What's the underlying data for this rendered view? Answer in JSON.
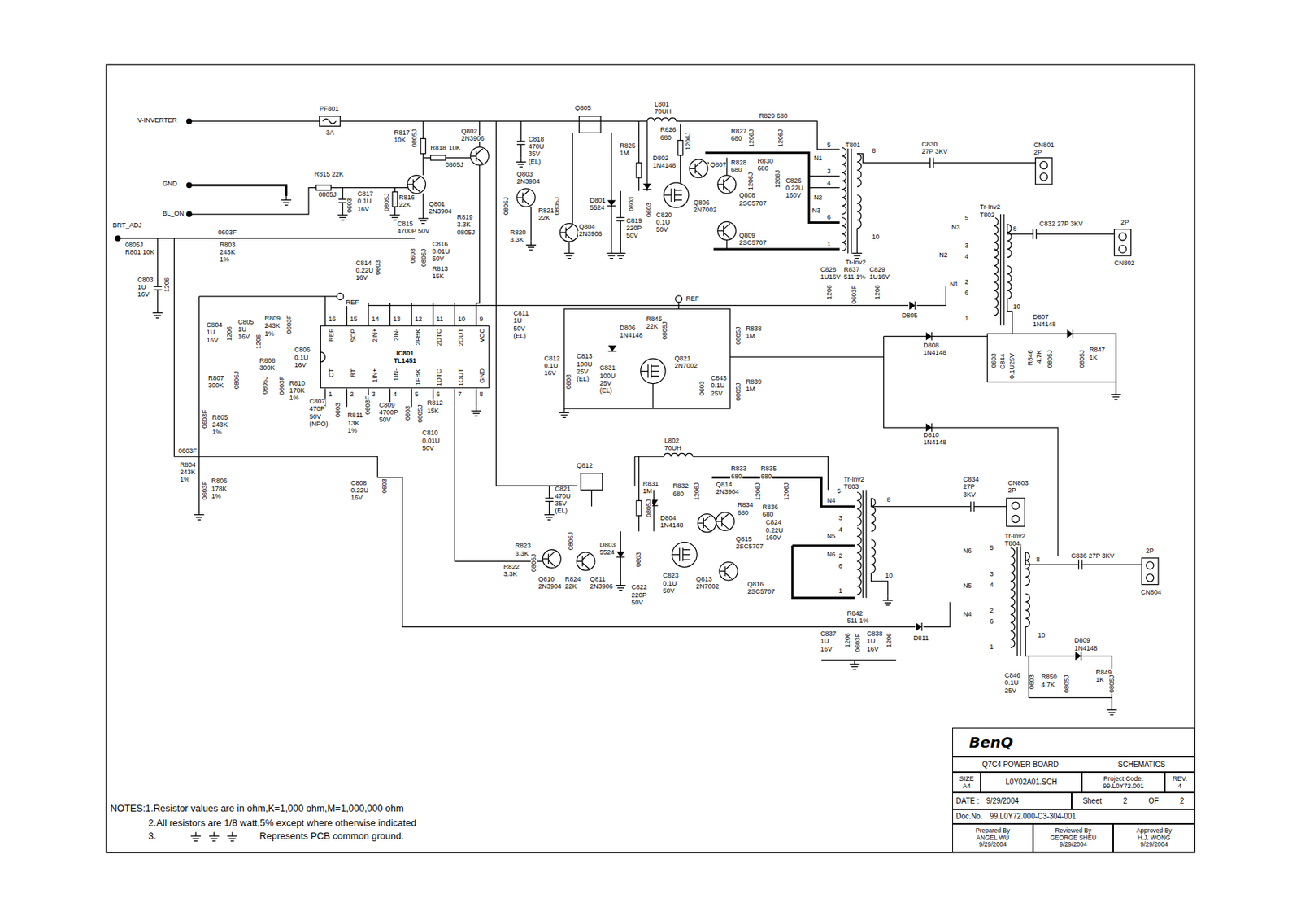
{
  "diagram": {
    "nodes": [
      {
        "text": [
          "IC801",
          "TL1451"
        ]
      },
      {
        "text": [
          "BenQ"
        ]
      },
      {
        "text": [
          "Q7C4 POWER BOARD",
          "SCHEMATICS"
        ]
      },
      {
        "text": [
          "SIZE",
          "A4"
        ]
      },
      {
        "text": [
          "L0Y02A01.SCH"
        ]
      },
      {
        "text": [
          "Project Code.",
          "99.L0Y72.001"
        ]
      },
      {
        "text": [
          "REV.",
          "4"
        ]
      },
      {
        "text": [
          "DATE :",
          "9/29/2004"
        ]
      },
      {
        "text": [
          "Sheet",
          "2",
          "OF",
          "2"
        ]
      },
      {
        "text": [
          "Doc.No.",
          "99.L0Y72.000-C3-304-001"
        ]
      },
      {
        "text": [
          "Prepared By",
          "ANGEL WU",
          "9/29/2004"
        ]
      },
      {
        "text": [
          "Reviewed By",
          "GEORGE SHEU",
          "9/29/2004"
        ]
      },
      {
        "text": [
          "Approved By",
          "H.J. WONG",
          "9/29/2004"
        ]
      }
    ],
    "labels": [
      "V-INVERTER",
      "PF801",
      "3A",
      "R817",
      "10K",
      "0805J",
      "Q802",
      "2N3906",
      "R818",
      "10K",
      "0805J",
      "Q805",
      "L801",
      "70UH",
      "R829 680",
      "T801",
      "C830",
      "27P 3KV",
      "CN801",
      "2P",
      "GND",
      "BL_ON",
      "R815 22K",
      "0805J",
      "C817",
      "0.1U",
      "16V",
      "0603",
      "0805J",
      "R816",
      "22K",
      "Q801",
      "2N3904",
      "BRT_ADJ",
      "0805J",
      "R801 10K",
      "0603F",
      "R803",
      "243K",
      "1%",
      "C803",
      "1U",
      "16V",
      "1206",
      "C815",
      "4700P 50V",
      "C816",
      "0.01U",
      "50V",
      "0603",
      "0805J",
      "R813",
      "15K",
      "C814",
      "0.22U",
      "16V",
      "0603",
      "R819",
      "3.3K",
      "0805J",
      "R820",
      "3.3K",
      "0805J",
      "Q803",
      "2N3904",
      "C818",
      "470U",
      "35V",
      "(EL)",
      "R821",
      "22K",
      "0805J",
      "Q804",
      "2N3906",
      "D801",
      "5524",
      "0603",
      "C819",
      "220P",
      "50V",
      "R825",
      "1M",
      "D802",
      "1N4148",
      "R826",
      "680",
      "1206J",
      "Q807",
      "R827",
      "680",
      "1206J",
      "1206J",
      "R828",
      "680",
      "R830",
      "680",
      "1206J",
      "1206J",
      "C826",
      "0.22U",
      "160V",
      "Q806",
      "2N7002",
      "Q808",
      "2SC5707",
      "Q809",
      "2SC5707",
      "C820",
      "0.1U",
      "50V",
      "0603",
      "5",
      "N1",
      "3",
      "4",
      "N2",
      "N3",
      "6",
      "1",
      "8",
      "10",
      "Tr-Inv2",
      "T802",
      "5",
      "N3",
      "3",
      "4",
      "N2",
      "2",
      "N1",
      "6",
      "1",
      "8",
      "10",
      "C832 27P 3KV",
      "2P",
      "CN802",
      "Tr-Inv2",
      "C828",
      "1U16V",
      "R837",
      "511 1%",
      "C829",
      "1U16V",
      "1206",
      "0603F",
      "1206",
      "D805",
      "16",
      "15",
      "14",
      "13",
      "12",
      "11",
      "10",
      "9",
      "1",
      "2",
      "3",
      "4",
      "5",
      "6",
      "7",
      "8",
      "REF",
      "SCP",
      "2IN+",
      "2IN-",
      "2FBK",
      "2DTC",
      "2OUT",
      "VCC",
      "CT",
      "RT",
      "1IN+",
      "1IN-",
      "1FBK",
      "1DTC",
      "1OUT",
      "GND",
      "REF",
      "REF",
      "C804",
      "1U",
      "16V",
      "1206",
      "C805",
      "1U",
      "16V",
      "1206",
      "R809",
      "243K",
      "1%",
      "0603F",
      "C806",
      "0.1U",
      "16V",
      "R808",
      "300K",
      "0805J",
      "R807",
      "300K",
      "0805J",
      "R810",
      "178K",
      "1%",
      "0603F",
      "C807",
      "470P",
      "50V",
      "(NPO)",
      "0603",
      "R811",
      "13K",
      "1%",
      "0603F",
      "C809",
      "4700P",
      "50V",
      "0603",
      "R812",
      "15K",
      "0805J",
      "C810",
      "0.01U",
      "50V",
      "C811",
      "1U",
      "50V",
      "(EL)",
      "R805",
      "243K",
      "1%",
      "0603F",
      "0603F",
      "R804",
      "243K",
      "1%",
      "R806",
      "178K",
      "1%",
      "0603F",
      "C808",
      "0.22U",
      "16V",
      "0603",
      "C812",
      "0.1U",
      "16V",
      "0603",
      "C813",
      "100U",
      "25V",
      "(EL)",
      "C831",
      "100U",
      "25V",
      "(EL)",
      "D806",
      "1N4148",
      "R845",
      "22K",
      "0805J",
      "Q821",
      "2N7002",
      "C843",
      "0.1U",
      "25V",
      "0603",
      "R838",
      "1M",
      "0805J",
      "R839",
      "1M",
      "0805J",
      "D808",
      "1N4148",
      "D807",
      "1N4148",
      "0603",
      "C844",
      "0.1U25V",
      "R846",
      "4.7K",
      "0805J",
      "R847",
      "1K",
      "0805J",
      "D810",
      "1N4148",
      "Q812",
      "L802",
      "70UH",
      "C821",
      "470U",
      "35V",
      "(EL)",
      "R831",
      "1M",
      "0805J",
      "D804",
      "1N4148",
      "R832",
      "680",
      "1206J",
      "Q814",
      "2N3904",
      "R833",
      "680",
      "R835",
      "680",
      "1206J",
      "1206J",
      "R834",
      "680",
      "R836",
      "680",
      "C824",
      "0.22U",
      "160V",
      "Q815",
      "2SC5707",
      "Q816",
      "2SC5707",
      "Q813",
      "2N7002",
      "C823",
      "0.1U",
      "50V",
      "D803",
      "5524",
      "0603",
      "C822",
      "220P",
      "50V",
      "R823",
      "3.3K",
      "0805J",
      "0805J",
      "R822",
      "3.3K",
      "Q810",
      "2N3904",
      "R824",
      "22K",
      "Q811",
      "2N3906",
      "Tr-Inv2",
      "T803",
      "5",
      "N4",
      "3",
      "4",
      "N5",
      "N6",
      "2",
      "6",
      "1",
      "8",
      "10",
      "C834",
      "27P",
      "3KV",
      "CN803",
      "2P",
      "Tr-Inv2",
      "T804",
      "5",
      "N6",
      "3",
      "4",
      "N5",
      "2",
      "N4",
      "6",
      "1",
      "8",
      "10",
      "C836 27P 3KV",
      "2P",
      "CN804",
      "R842",
      "511 1%",
      "C837",
      "1U",
      "16V",
      "1206",
      "0603F",
      "C838",
      "1U",
      "16V",
      "1206",
      "D811",
      "D809",
      "1N4148",
      "C846",
      "0.1U",
      "25V",
      "0603",
      "R850",
      "4.7K",
      "0805J",
      "R849",
      "1K",
      "0805J",
      "NOTES:1.Resistor values are in ohm,K=1,000 ohm,M=1,000,000 ohm",
      "2.All resistors are 1/8 watt,5% except where otherwise indicated",
      "3.",
      "Represents PCB common ground."
    ]
  }
}
